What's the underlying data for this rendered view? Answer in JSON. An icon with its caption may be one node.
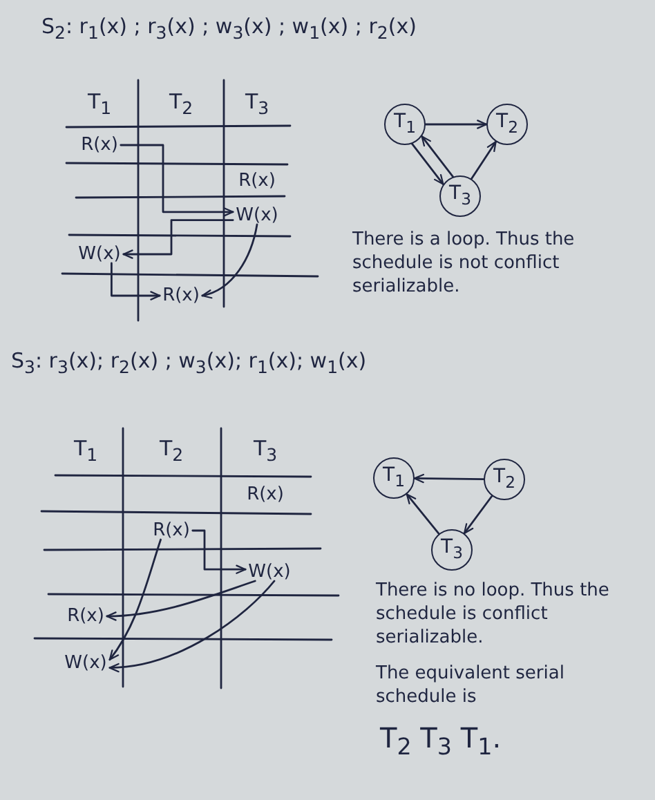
{
  "diagram": {
    "nodes": [
      {
        "text": [
          "R(x)"
        ]
      },
      {
        "text": [
          "R(x)"
        ]
      },
      {
        "text": [
          "W(x)"
        ]
      },
      {
        "text": [
          "W(x)"
        ]
      },
      {
        "text": [
          "R(x)"
        ]
      },
      {
        "text": [
          "T$_{1}$"
        ]
      },
      {
        "text": [
          "T$_{2}$"
        ]
      },
      {
        "text": [
          "T$_{3}$"
        ]
      },
      {
        "text": [
          "R(x)"
        ]
      },
      {
        "text": [
          "R(x)"
        ]
      },
      {
        "text": [
          "W(x)"
        ]
      },
      {
        "text": [
          "R(x)"
        ]
      },
      {
        "text": [
          "W(x)"
        ]
      },
      {
        "text": [
          "T$_{1}$"
        ]
      },
      {
        "text": [
          "T$_{2}$"
        ]
      },
      {
        "text": [
          "T$_{3}$"
        ]
      }
    ],
    "edges": [
      {
        "from": 0,
        "to": 2,
        "arrow": "to"
      },
      {
        "from": 2,
        "to": 3,
        "arrow": "to"
      },
      {
        "from": 2,
        "to": 4,
        "arrow": "to"
      },
      {
        "from": 3,
        "to": 4,
        "arrow": "to"
      },
      {
        "from": 5,
        "to": 6,
        "arrow": "to"
      },
      {
        "from": 5,
        "to": 7,
        "arrow": "to"
      },
      {
        "from": 7,
        "to": 5,
        "arrow": "to"
      },
      {
        "from": 7,
        "to": 6,
        "arrow": "to"
      },
      {
        "from": 9,
        "to": 10,
        "arrow": "to"
      },
      {
        "from": 9,
        "to": 12,
        "arrow": "to"
      },
      {
        "from": 10,
        "to": 11,
        "arrow": "to"
      },
      {
        "from": 10,
        "to": 12,
        "arrow": "to"
      },
      {
        "from": 14,
        "to": 13,
        "arrow": "to"
      },
      {
        "from": 14,
        "to": 15,
        "arrow": "to"
      },
      {
        "from": 15,
        "to": 13,
        "arrow": "to"
      }
    ],
    "labels": [
      "S$_{2}$: r$_{1}$(x) ; r$_{3}$(x) ; w$_{3}$(x) ; w$_{1}$(x) ; r$_{2}$(x)",
      "T$_{1}$",
      "T$_{2}$",
      "T$_{3}$",
      "There is a loop. Thus the schedule is not conflict serializable.",
      "S$_{3}$: r$_{3}$(x); r$_{2}$(x) ; w$_{3}$(x); r$_{1}$(x); w$_{1}$(x)",
      "T$_{1}$",
      "T$_{2}$",
      "T$_{3}$",
      "There is no loop. Thus the schedule is conflict serializable.",
      "The equivalent serial schedule is",
      "T$_{2}$ T$_{3}$ T$_{1}$."
    ]
  }
}
